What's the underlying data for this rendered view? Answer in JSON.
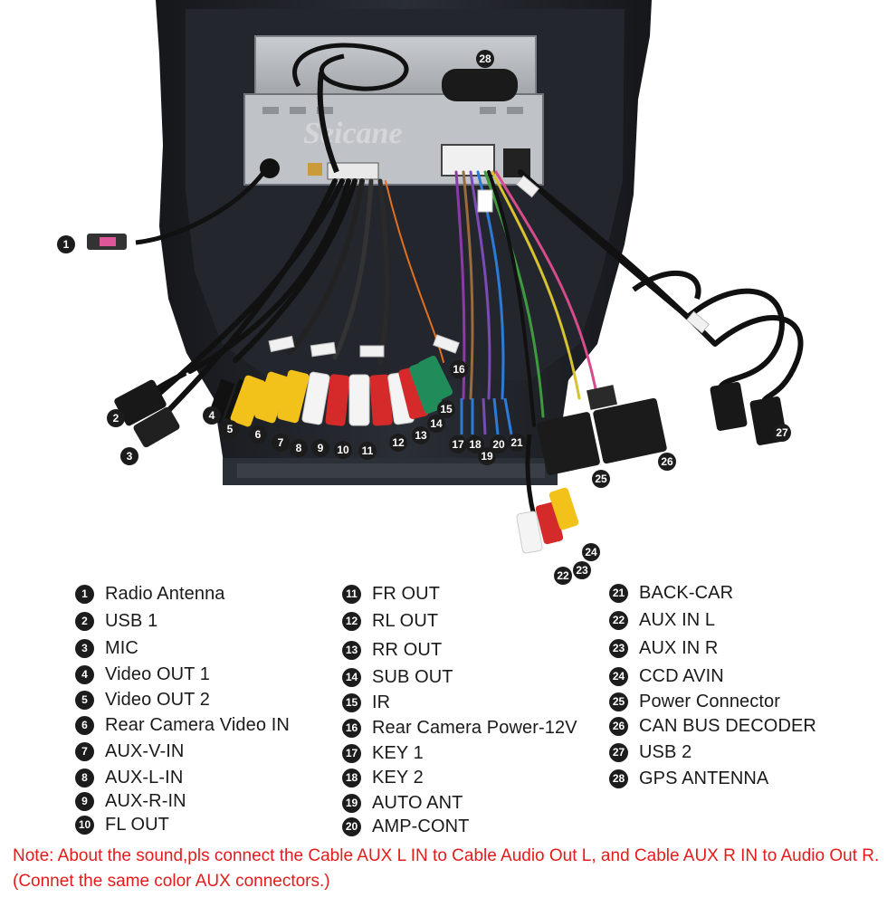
{
  "photo": {
    "watermark": "Seicane"
  },
  "callouts": [
    {
      "n": "1"
    },
    {
      "n": "2"
    },
    {
      "n": "3"
    },
    {
      "n": "4"
    },
    {
      "n": "5"
    },
    {
      "n": "6"
    },
    {
      "n": "7"
    },
    {
      "n": "8"
    },
    {
      "n": "9"
    },
    {
      "n": "10"
    },
    {
      "n": "11"
    },
    {
      "n": "12"
    },
    {
      "n": "13"
    },
    {
      "n": "14"
    },
    {
      "n": "15"
    },
    {
      "n": "16"
    },
    {
      "n": "17"
    },
    {
      "n": "18"
    },
    {
      "n": "19"
    },
    {
      "n": "20"
    },
    {
      "n": "21"
    },
    {
      "n": "22"
    },
    {
      "n": "23"
    },
    {
      "n": "24"
    },
    {
      "n": "25"
    },
    {
      "n": "26"
    },
    {
      "n": "27"
    },
    {
      "n": "28"
    }
  ],
  "legend": [
    {
      "n": "1",
      "label": "Radio Antenna"
    },
    {
      "n": "2",
      "label": "USB 1"
    },
    {
      "n": "3",
      "label": "MIC"
    },
    {
      "n": "4",
      "label": "Video OUT 1"
    },
    {
      "n": "5",
      "label": "Video OUT 2"
    },
    {
      "n": "6",
      "label": "Rear Camera Video IN"
    },
    {
      "n": "7",
      "label": "AUX-V-IN"
    },
    {
      "n": "8",
      "label": "AUX-L-IN"
    },
    {
      "n": "9",
      "label": "AUX-R-IN"
    },
    {
      "n": "10",
      "label": "FL OUT"
    },
    {
      "n": "11",
      "label": "FR OUT"
    },
    {
      "n": "12",
      "label": "RL OUT"
    },
    {
      "n": "13",
      "label": "RR OUT"
    },
    {
      "n": "14",
      "label": "SUB OUT"
    },
    {
      "n": "15",
      "label": "IR"
    },
    {
      "n": "16",
      "label": "Rear Camera Power-12V"
    },
    {
      "n": "17",
      "label": "KEY 1"
    },
    {
      "n": "18",
      "label": "KEY 2"
    },
    {
      "n": "19",
      "label": "AUTO ANT"
    },
    {
      "n": "20",
      "label": "AMP-CONT"
    },
    {
      "n": "21",
      "label": "BACK-CAR"
    },
    {
      "n": "22",
      "label": "AUX IN L"
    },
    {
      "n": "23",
      "label": "AUX IN R"
    },
    {
      "n": "24",
      "label": "CCD AVIN"
    },
    {
      "n": "25",
      "label": "Power Connector"
    },
    {
      "n": "26",
      "label": "CAN BUS DECODER"
    },
    {
      "n": "27",
      "label": "USB 2"
    },
    {
      "n": "28",
      "label": "GPS ANTENNA"
    }
  ],
  "note": "Note: About the sound,pls connect the Cable AUX L IN to Cable Audio Out L, and Cable AUX R IN to  Audio Out R.(Connet the same color AUX connectors.)",
  "colors": {
    "note": "#e41b1b",
    "badge": "#1c1c1c",
    "rca_yellow": "#f2c21b",
    "rca_white": "#f4f4f4",
    "rca_red": "#d42a2a",
    "rca_green": "#1f8c5a",
    "chassis": "#1e2126"
  }
}
